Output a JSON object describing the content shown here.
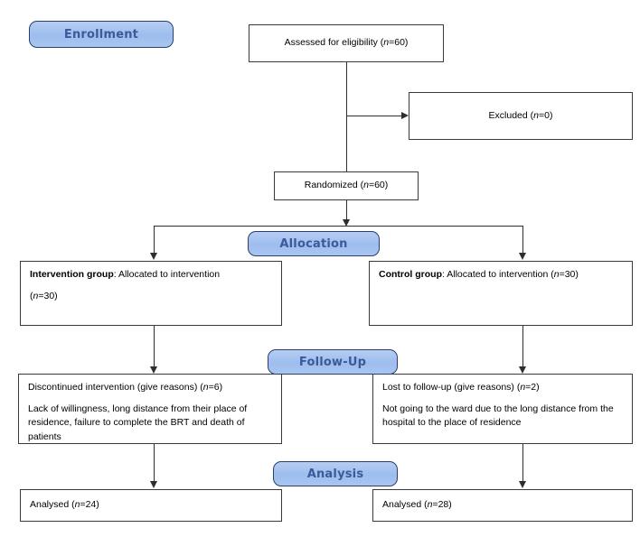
{
  "diagram": {
    "title": "CONSORT participant flow diagram",
    "accent_color": "#a9c6f1",
    "accent_border_color": "#2c3e6b",
    "accent_text_color": "#3c5a9a",
    "box_border_color": "#3a3a3a",
    "line_color": "#2e2e2e",
    "background_color": "#ffffff"
  },
  "stages": {
    "enrollment": "Enrollment",
    "allocation": "Allocation",
    "followup": "Follow-Up",
    "analysis": "Analysis"
  },
  "enrollment": {
    "assessed": {
      "text": "Assessed for eligibility (",
      "n_label": "n",
      "n_value": "=60)"
    },
    "excluded": {
      "text": "Excluded (",
      "n_label": "n",
      "n_value": "=0)"
    },
    "randomized": {
      "text": "Randomized (",
      "n_label": "n",
      "n_value": "=60)"
    }
  },
  "allocation": {
    "intervention": {
      "group_label": "Intervention group",
      "description": ": Allocated to intervention",
      "n_label": "n",
      "n_value": "=30)"
    },
    "control": {
      "group_label": "Control group",
      "description": ": Allocated to intervention (",
      "n_label": "n",
      "n_value": "=30)"
    }
  },
  "followup": {
    "intervention": {
      "headline": "Discontinued intervention (give reasons) (",
      "n_label": "n",
      "n_value": "=6)",
      "reasons": "Lack of willingness, long distance from their place of residence, failure to complete the BRT and death of patients"
    },
    "control": {
      "headline": "Lost to follow-up (give reasons) (",
      "n_label": "n",
      "n_value": "=2)",
      "reasons": "Not going to the ward due to the long distance from the hospital to the place of residence"
    }
  },
  "analysis": {
    "intervention": {
      "text": "Analysed (",
      "n_label": "n",
      "n_value": "=24)"
    },
    "control": {
      "text": "Analysed (",
      "n_label": "n",
      "n_value": "=28)"
    }
  }
}
